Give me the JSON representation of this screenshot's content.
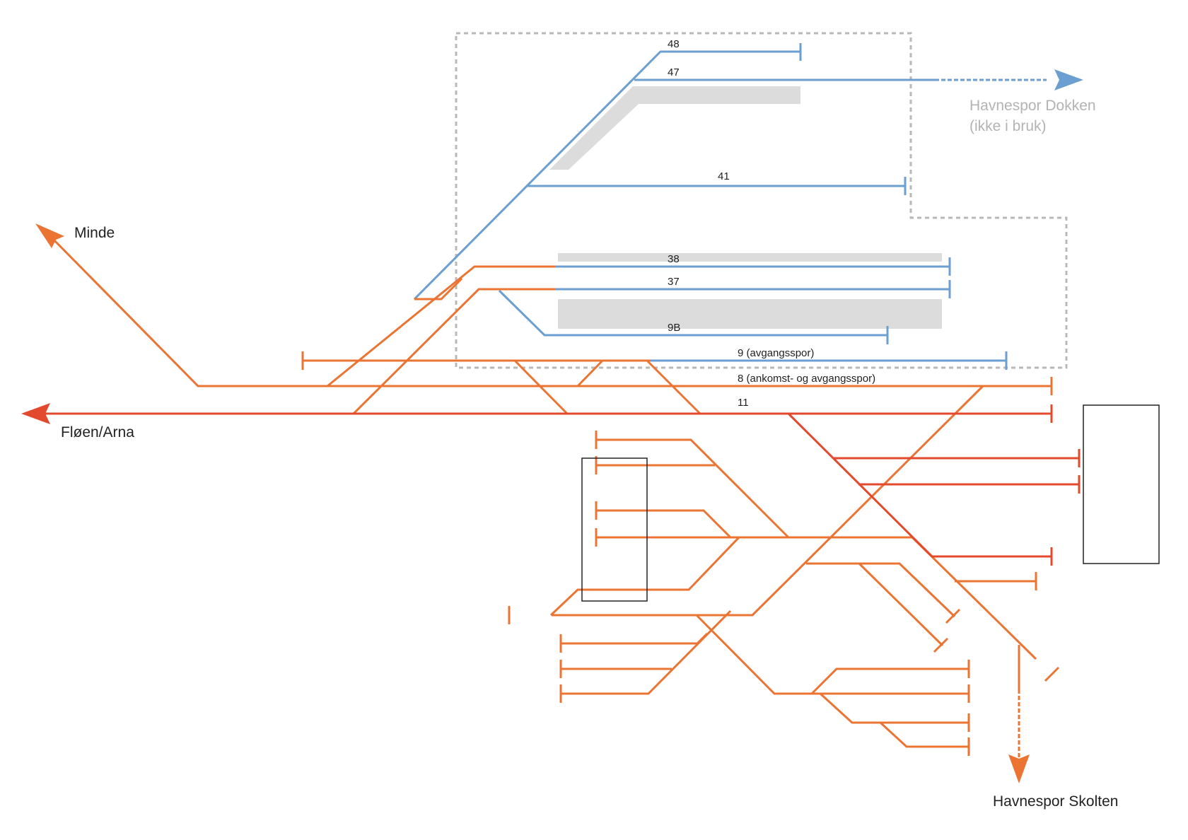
{
  "colors": {
    "blue": "#6b9fd1",
    "orange": "#eb7433",
    "red": "#e2492d",
    "grey_platform": "#dcdcdc",
    "dotted_boundary": "#b8b8b8",
    "muted_text": "#b3b3b3"
  },
  "destinations": {
    "minde": "Minde",
    "floen_arna": "Fløen/Arna",
    "havnespor_dokken": "Havnespor Dokken",
    "havnespor_dokken_note": "(ikke i bruk)",
    "havnespor_skolten": "Havnespor Skolten"
  },
  "tracks": {
    "t48": "48",
    "t47": "47",
    "t41": "41",
    "t38": "38",
    "t37": "37",
    "t9b": "9B",
    "t9": "9 (avgangsspor)",
    "t8": "8 (ankomst- og avgangsspor)",
    "t11": "11"
  }
}
